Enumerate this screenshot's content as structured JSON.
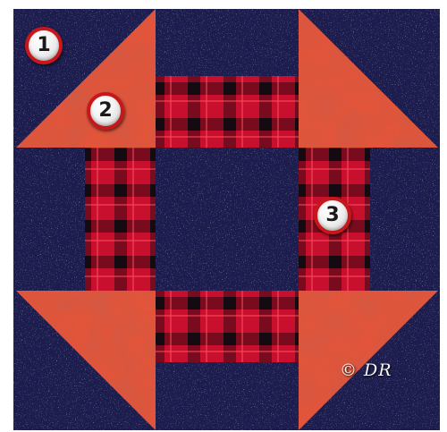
{
  "colors": {
    "background": "#ffffff",
    "navy": "#1b1f4f",
    "red_solid": "#e2553a",
    "plaid_red": "#c8102e",
    "plaid_dark": "#140a12",
    "marker_ring": "#c8171b"
  },
  "markers": [
    {
      "label": "1"
    },
    {
      "label": "2"
    },
    {
      "label": "3"
    }
  ],
  "signature": {
    "text": "© DR"
  }
}
